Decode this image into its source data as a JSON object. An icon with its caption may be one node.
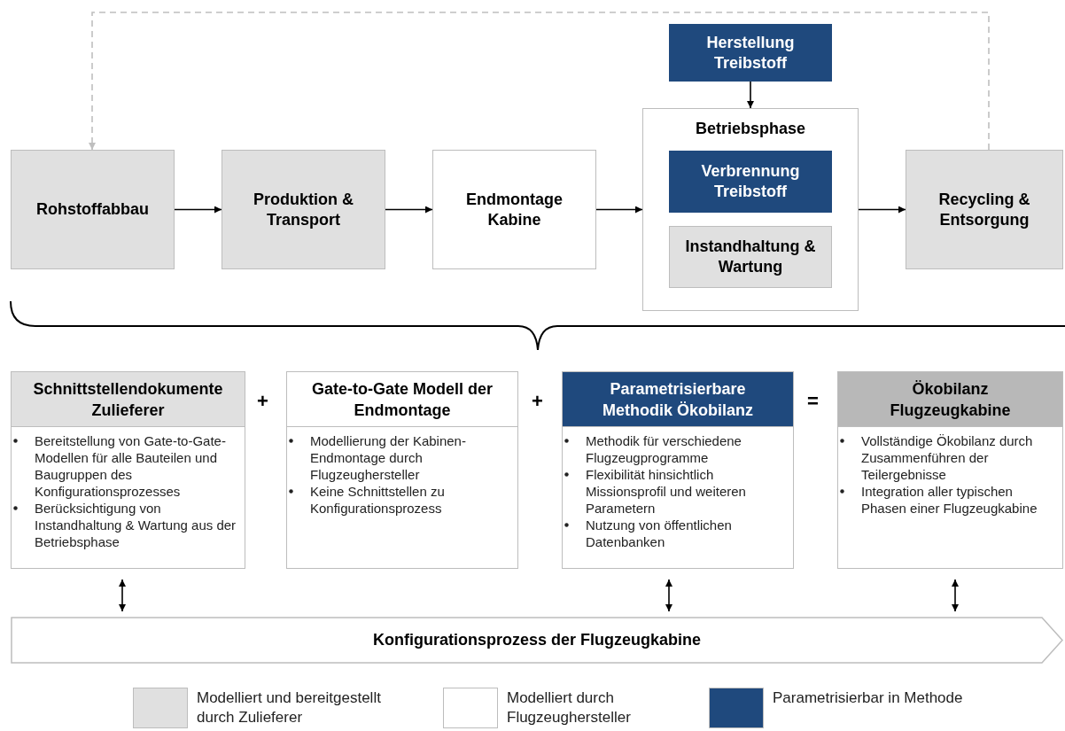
{
  "diagram": {
    "nodes": [
      {
        "text": [
          "Rohstoffabbau"
        ]
      },
      {
        "text": [
          "Produktion & Transport"
        ]
      },
      {
        "text": [
          "Endmontage Kabine"
        ]
      },
      {
        "text": [
          "Herstellung Treibstoff"
        ]
      },
      {
        "text": [
          "Betriebsphase"
        ]
      },
      {
        "text": [
          "Verbrennung Treibstoff"
        ],
        "in": 4
      },
      {
        "text": [
          "Instandhaltung & Wartung"
        ],
        "in": 4
      },
      {
        "text": [
          "Recycling & Entsorgung"
        ]
      },
      {
        "text": [
          "Schnittstellendokumente Zulieferer",
          "Bereitstellung von Gate-to-Gate-Modellen für alle Bauteilen und Baugruppen des Konfigurationsprozesses",
          "Berücksichtigung von Instandhaltung & Wartung aus der Betriebsphase"
        ]
      },
      {
        "text": [
          "Gate-to-Gate Modell der Endmontage",
          "Modellierung der Kabinen-Endmontage durch Flugzeughersteller",
          "Keine Schnittstellen zu Konfigurationsprozess"
        ]
      },
      {
        "text": [
          "Parametrisierbare Methodik Ökobilanz",
          "Methodik für verschiedene Flugzeugprogramme",
          "Flexibilität hinsichtlich Missionsprofil und weiteren Parametern",
          "Nutzung von öffentlichen Datenbanken"
        ]
      },
      {
        "text": [
          "Ökobilanz Flugzeugkabine",
          "Vollständige Ökobilanz durch Zusammenführen der Teilergebnisse",
          "Integration aller typischen Phasen einer Flugzeugkabine"
        ]
      },
      {
        "text": [
          "Konfigurationsprozess der Flugzeugkabine"
        ]
      }
    ],
    "edges": [
      {
        "from": 0,
        "to": 1,
        "arrow": "to"
      },
      {
        "from": 1,
        "to": 2,
        "arrow": "to"
      },
      {
        "from": 2,
        "to": 4,
        "arrow": "to"
      },
      {
        "from": 3,
        "to": 4,
        "arrow": "to"
      },
      {
        "from": 4,
        "to": 7,
        "arrow": "to"
      },
      {
        "from": 7,
        "to": 0,
        "arrow": "to",
        "style": "dashed",
        "color": "#bfbfbf"
      },
      {
        "from": 8,
        "to": 12,
        "arrow": "both"
      },
      {
        "from": 10,
        "to": 12,
        "arrow": "both"
      },
      {
        "from": 11,
        "to": 12,
        "arrow": "both"
      }
    ],
    "labels": [
      "+",
      "+",
      "="
    ],
    "legend": [
      {
        "text": "Modelliert und bereitgestellt durch Zulieferer",
        "color": "#e0e0e0"
      },
      {
        "text": "Modelliert durch Flugzeughersteller",
        "color": "#ffffff"
      },
      {
        "text": "Parametrisierbar in Methode",
        "color": "#1f497d"
      }
    ]
  }
}
